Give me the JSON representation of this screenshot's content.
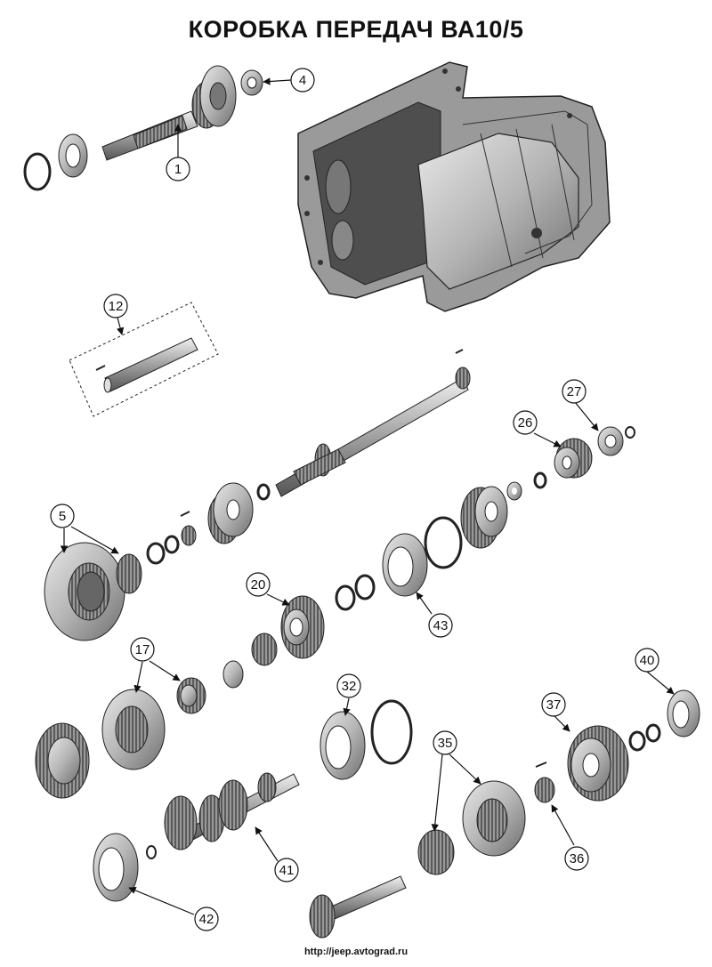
{
  "title": "КОРОБКА ПЕРЕДАЧ ВА10/5",
  "footer": "http://jeep.avtograd.ru",
  "callouts": {
    "c1": "1",
    "c4": "4",
    "c12": "12",
    "c27": "27",
    "c26": "26",
    "c5": "5",
    "c20": "20",
    "c43": "43",
    "c17": "17",
    "c32": "32",
    "c40": "40",
    "c37": "37",
    "c35": "35",
    "c41": "41",
    "c42": "42",
    "c36": "36"
  }
}
